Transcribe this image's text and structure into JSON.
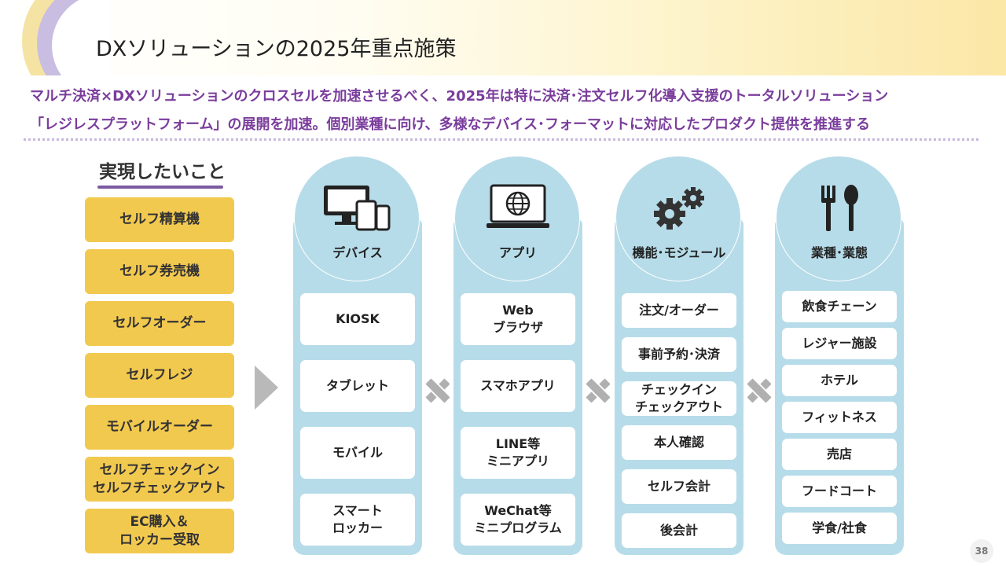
{
  "header": {
    "title": "DXソリューションの2025年重点施策"
  },
  "lead": {
    "line1": "マルチ決済×DXソリューションのクロスセルを加速させるべく、2025年は特に決済･注文セルフ化導入支援のトータルソリューション",
    "line2": "「レジレスプラットフォーム」の展開を加速。個別業種に向け、多様なデバイス･フォーマットに対応したプロダクト提供を推進する"
  },
  "goals": {
    "title": "実現したいこと",
    "items": [
      "セルフ精算機",
      "セルフ券売機",
      "セルフオーダー",
      "セルフレジ",
      "モバイルオーダー",
      "セルフチェックイン\nセルフチェックアウト",
      "EC購入＆\nロッカー受取"
    ]
  },
  "columns": [
    {
      "label": "デバイス",
      "icon": "devices-icon",
      "items": [
        "KIOSK",
        "タブレット",
        "モバイル",
        "スマート\nロッカー"
      ]
    },
    {
      "label": "アプリ",
      "icon": "web-browser-icon",
      "items": [
        "Web\nブラウザ",
        "スマホアプリ",
        "LINE等\nミニアプリ",
        "WeChat等\nミニプログラム"
      ]
    },
    {
      "label": "機能･モジュール",
      "icon": "gears-icon",
      "items": [
        "注文/オーダー",
        "事前予約･決済",
        "チェックイン\nチェックアウト",
        "本人確認",
        "セルフ会計",
        "後会計"
      ]
    },
    {
      "label": "業種･業態",
      "icon": "fork-spoon-icon",
      "items": [
        "飲食チェーン",
        "レジャー施設",
        "ホテル",
        "フィットネス",
        "売店",
        "フードコート",
        "学食/社食"
      ]
    }
  ],
  "page_number": "38",
  "colors": {
    "accent_purple": "#7a3d9c",
    "goal_yellow": "#f2c94f",
    "column_blue": "#b7dce9"
  }
}
